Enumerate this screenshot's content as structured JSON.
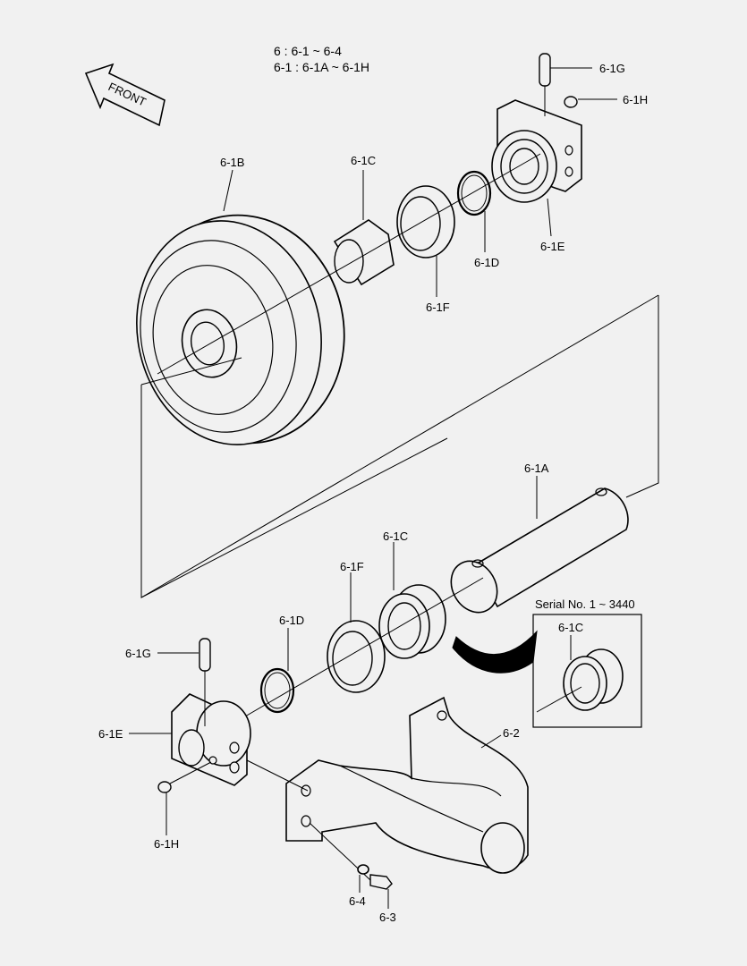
{
  "header": {
    "line1": "6 : 6-1 ~ 6-4",
    "line2": "6-1 : 6-1A ~ 6-1H"
  },
  "front_label": "FRONT",
  "inset": {
    "title": "Serial No. 1 ~ 3440",
    "label": "6-1C"
  },
  "labels": {
    "g_top": "6-1G",
    "h_top": "6-1H",
    "b": "6-1B",
    "c_top": "6-1C",
    "d_top": "6-1D",
    "e_top": "6-1E",
    "f_top": "6-1F",
    "a": "6-1A",
    "c_mid": "6-1C",
    "f_mid": "6-1F",
    "d_mid": "6-1D",
    "g_bot": "6-1G",
    "e_bot": "6-1E",
    "h_bot": "6-1H",
    "p2": "6-2",
    "p4": "6-4",
    "p3": "6-3"
  }
}
